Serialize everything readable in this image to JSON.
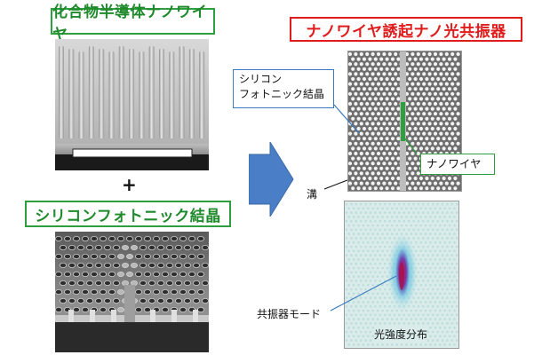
{
  "left_panel": {
    "title_top": "化合物半導体ナノワイヤ",
    "plus_sign": "+",
    "title_bottom": "シリコンフォトニック結晶"
  },
  "right_panel": {
    "title": "ナノワイヤ誘起ナノ光共振器",
    "callout_crystal": [
      "シリコン",
      "フォトニック結晶"
    ],
    "callout_nanowire": "ナノワイヤ",
    "label_groove": "溝",
    "label_mode": "共振器モード",
    "label_distribution": "光強度分布"
  },
  "colors": {
    "green": "#2e9e3e",
    "red": "#e01b1b",
    "arrow": "#4a7fc8",
    "callout_blue": "#3a7ac0"
  }
}
